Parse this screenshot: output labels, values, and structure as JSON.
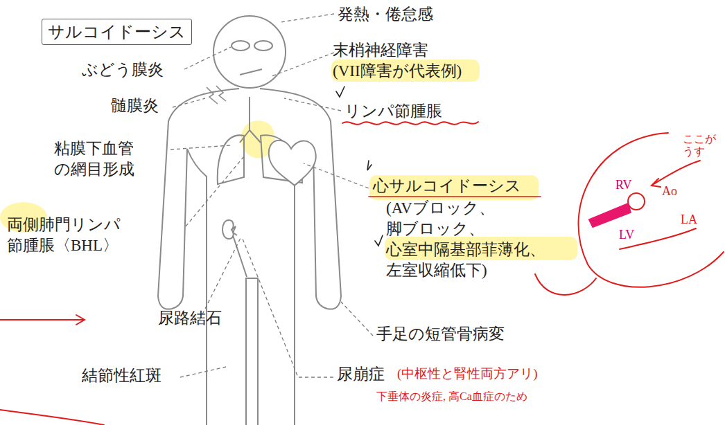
{
  "diagram": {
    "title": "サルコイドーシス",
    "labels": [
      "発熱・倦怠感",
      "末梢神経障害 (VII障害が代表例)",
      "ぶどう膜炎",
      "髄膜炎",
      "リンパ節腫脹",
      "粘膜下血管 の網目形成",
      "心サルコイドーシス",
      "(AVブロック、 脚ブロック、 心室中隔基部菲薄化、 左室収縮低下)",
      "両側肺門リンパ 節腫脹〈BHL〉",
      "尿路結石",
      "手足の短管骨病変",
      "結節性紅斑",
      "尿崩症",
      "(中枢性と腎性両方アリ)",
      "下垂体の炎症, 高Ca血症のため",
      "RV",
      "Ao",
      "LA",
      "LV",
      "ここがうす"
    ]
  }
}
